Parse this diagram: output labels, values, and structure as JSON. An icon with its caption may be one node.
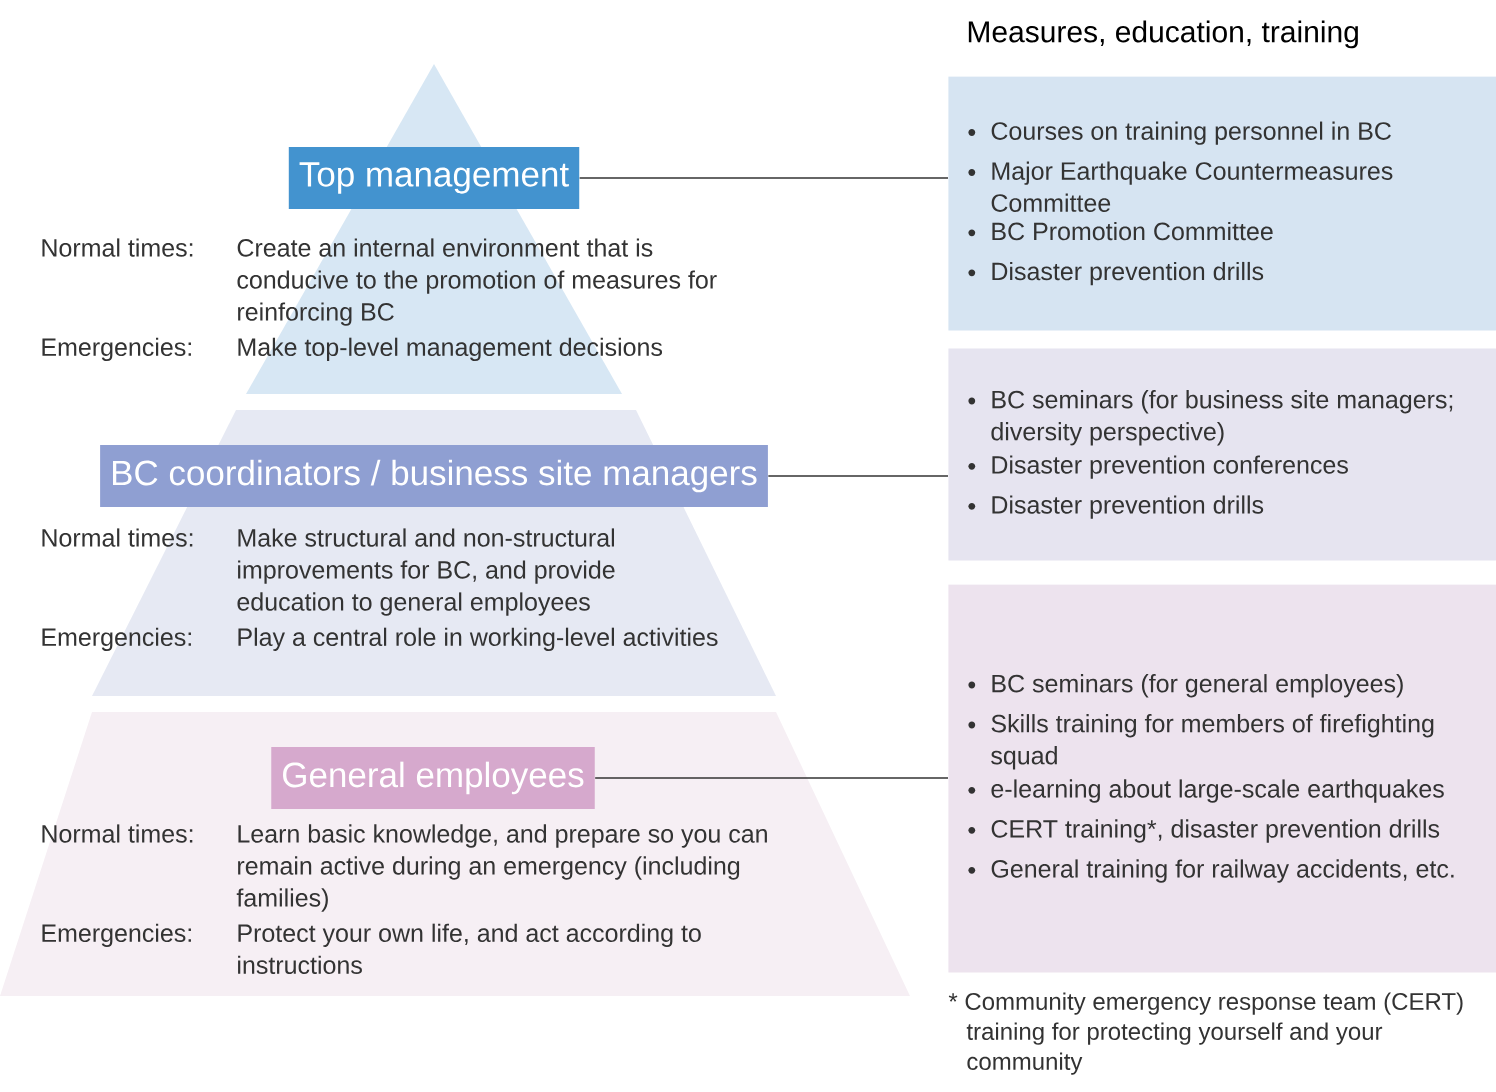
{
  "diagram": {
    "title": "Measures, education, training",
    "nodes": [
      {
        "text": [
          "Normal times:",
          "Create an internal environment that is conducive to the promotion of measures for reinforcing BC",
          "Emergencies:",
          "Make top-level management decisions"
        ]
      },
      {
        "text": [
          "Top management"
        ],
        "in": 0
      },
      {
        "text": [
          "Normal times:",
          "Make structural and non-structural improvements for BC, and provide education to general employees",
          "Emergencies:",
          "Play a central role in working-level activities"
        ]
      },
      {
        "text": [
          "BC coordinators / business site managers"
        ],
        "in": 2
      },
      {
        "text": [
          "Normal times:",
          "Learn basic knowledge, and prepare so you can remain active during an emergency (including families)",
          "Emergencies:",
          "Protect your own life, and act according to instructions"
        ]
      },
      {
        "text": [
          "General employees"
        ],
        "in": 4
      },
      {
        "text": [
          "Courses on training personnel in BC",
          "Major Earthquake Countermeasures Committee",
          "BC Promotion Committee",
          "Disaster prevention drills"
        ]
      },
      {
        "text": [
          "BC seminars (for business site managers; diversity perspective)",
          "Disaster prevention conferences",
          "Disaster prevention drills"
        ]
      },
      {
        "text": [
          "BC seminars (for general employees)",
          "Skills training for members of firefighting squad",
          "e-learning about large-scale earthquakes",
          "CERT training*, disaster prevention drills",
          "General training for railway accidents, etc."
        ]
      }
    ],
    "edges": [
      {
        "from": 1,
        "to": 6,
        "arrow": "none"
      },
      {
        "from": 3,
        "to": 7,
        "arrow": "none"
      },
      {
        "from": 5,
        "to": 8,
        "arrow": "none"
      }
    ],
    "labels": [
      "* Community emergency response team (CERT) training for protecting yourself and your community"
    ]
  }
}
